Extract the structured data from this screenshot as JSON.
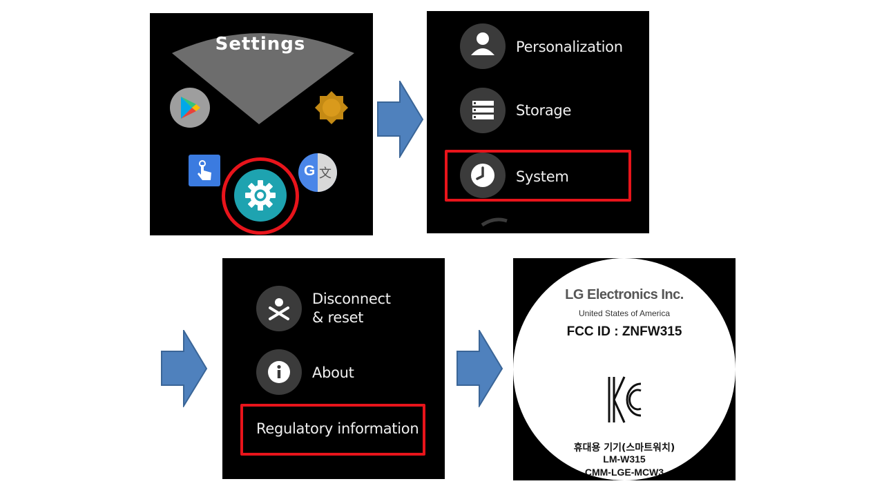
{
  "panel1": {
    "title": "Settings",
    "apps": [
      {
        "icon": "play-store-icon"
      },
      {
        "icon": "brightness-icon"
      },
      {
        "icon": "gesture-icon"
      },
      {
        "icon": "settings-gear-icon"
      },
      {
        "icon": "google-translate-icon",
        "label": "G",
        "label2": "文"
      }
    ]
  },
  "panel2": {
    "items": [
      {
        "icon": "person-icon",
        "label": "Personalization"
      },
      {
        "icon": "storage-icon",
        "label": "Storage"
      },
      {
        "icon": "clock-icon",
        "label": "System"
      }
    ]
  },
  "panel3": {
    "items": [
      {
        "icon": "disconnect-reset-icon",
        "label_line1": "Disconnect",
        "label_line2": "& reset"
      },
      {
        "icon": "info-icon",
        "label": "About"
      },
      {
        "label": "Regulatory information"
      }
    ]
  },
  "panel4": {
    "company": "LG Electronics Inc.",
    "country": "United States of America",
    "fcc": "FCC ID : ZNFW315",
    "kc_mark": "KC",
    "device_type": "휴대용  기기(스마트워치)",
    "model": "LM-W315",
    "cert_partial": "CMM-LGE-MCW3"
  },
  "colors": {
    "highlight": "#e8141b",
    "arrow": "#4f81bd",
    "arrow_border": "#3a6597"
  }
}
